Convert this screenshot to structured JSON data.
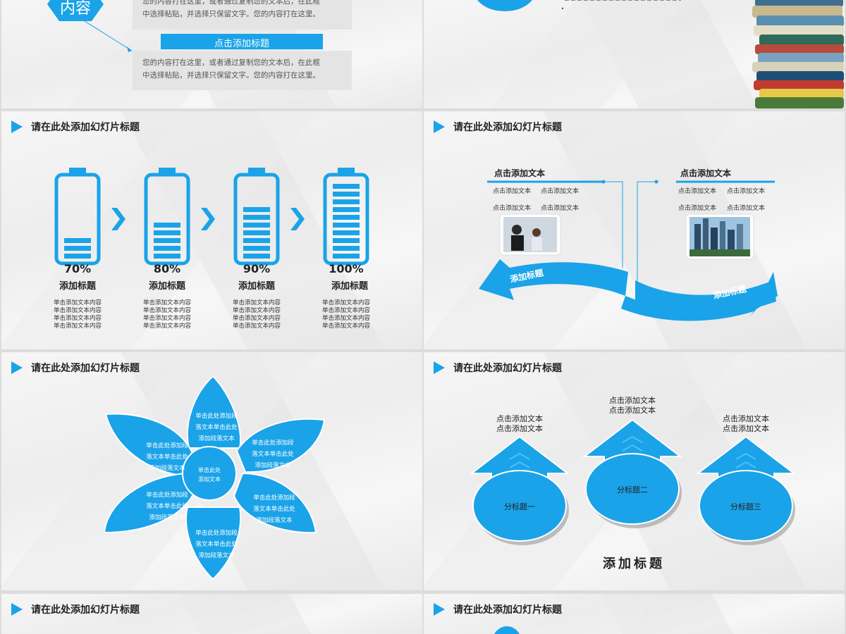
{
  "header_title": "请在此处添加幻灯片标题",
  "slide1": {
    "hex_label": "内容",
    "boxes": [
      {
        "title": "",
        "text": [
          "您的内容打在这里，或者通过复制您的文本后，在此框",
          "中选择粘贴，并选择只保留文字。您的内容打在这里。"
        ]
      },
      {
        "title": "点击添加标题",
        "text": [
          "您的内容打在这里，或者通过复制您的文本后，在此框",
          "中选择粘贴，并选择只保留文字。您的内容打在这里。"
        ]
      }
    ]
  },
  "slide3": {
    "batteries": [
      {
        "percent": "70%",
        "level": 0.3,
        "title": "添加标题",
        "lines": [
          "单击添加文本内容",
          "单击添加文本内容",
          "单击添加文本内容",
          "单击添加文本内容"
        ]
      },
      {
        "percent": "80%",
        "level": 0.5,
        "title": "添加标题",
        "lines": [
          "单击添加文本内容",
          "单击添加文本内容",
          "单击添加文本内容",
          "单击添加文本内容"
        ]
      },
      {
        "percent": "90%",
        "level": 0.7,
        "title": "添加标题",
        "lines": [
          "单击添加文本内容",
          "单击添加文本内容",
          "单击添加文本内容",
          "单击添加文本内容"
        ]
      },
      {
        "percent": "100%",
        "level": 1.0,
        "title": "添加标题",
        "lines": [
          "单击添加文本内容",
          "单击添加文本内容",
          "单击添加文本内容",
          "单击添加文本内容"
        ]
      }
    ]
  },
  "slide4": {
    "left": {
      "title": "点击添加文本",
      "items": [
        "点击添加文本",
        "点击添加文本",
        "点击添加文本",
        "点击添加文本"
      ]
    },
    "right": {
      "title": "点击添加文本",
      "items": [
        "点击添加文本",
        "点击添加文本",
        "点击添加文本",
        "点击添加文本"
      ]
    },
    "arrow_left_label": "添加标题",
    "arrow_right_label": "添加标题"
  },
  "slide5": {
    "center": [
      "单击此处",
      "添加文本"
    ],
    "petals": [
      [
        "单击此处添加段",
        "落文本单击此处",
        "添加段落文本"
      ],
      [
        "单击此处添加段",
        "落文本单击此处",
        "添加段落文本"
      ],
      [
        "单击此处添加段",
        "落文本单击此处",
        "添加段落文本"
      ],
      [
        "单击此处添加段",
        "落文本单击此处",
        "添加段落文本"
      ],
      [
        "单击此处添加段",
        "落文本单击此处",
        "添加段落文本"
      ],
      [
        "单击此处添加段",
        "落文本单击此处",
        "添加段落文本"
      ]
    ]
  },
  "slide6": {
    "items": [
      {
        "top": [
          "点击添加文本",
          "点击添加文本"
        ],
        "label": "分标题一"
      },
      {
        "top": [
          "点击添加文本",
          "点击添加文本"
        ],
        "label": "分标题二"
      },
      {
        "top": [
          "点击添加文本",
          "点击添加文本"
        ],
        "label": "分标题三"
      }
    ],
    "bottom_title": "添加标题"
  },
  "colors": {
    "accent": "#1aa3e8",
    "dark": "#222222",
    "box": "#e4e4e4"
  }
}
